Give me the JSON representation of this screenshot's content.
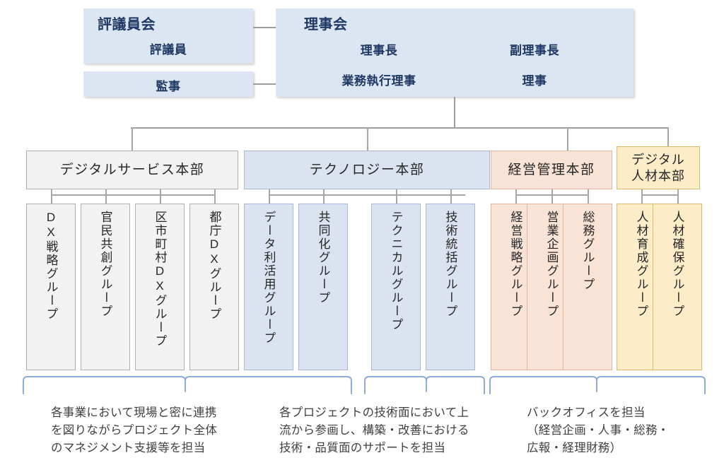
{
  "governance": {
    "council": {
      "title": "評議員会",
      "member": "評議員"
    },
    "auditor": {
      "label": "監事"
    },
    "board": {
      "title": "理事会",
      "roles": [
        "理事長",
        "副理事長",
        "業務執行理事",
        "理事"
      ]
    }
  },
  "divisions": [
    {
      "name": "デジタルサービス本部",
      "color": "#f2f2f2",
      "border": "#b0b0b0",
      "groups": [
        "DX戦略グループ",
        "官民共創グループ",
        "区市町村DXグループ",
        "都庁DXグループ"
      ]
    },
    {
      "name": "テクノロジー本部",
      "color": "#dce3f0",
      "border": "#a9b8d6",
      "groups": [
        "データ利活用グループ",
        "共同化グループ",
        "テクニカルグループ",
        "技術統括グループ"
      ]
    },
    {
      "name": "経営管理本部",
      "color": "#f9e2d6",
      "border": "#e0b79f",
      "groups": [
        "経営戦略グループ",
        "営業企画グループ",
        "総務グループ"
      ]
    },
    {
      "name": "デジタル\n人材本部",
      "color": "#fcecc8",
      "border": "#d9b96a",
      "groups": [
        "人材育成グループ",
        "人材確保グループ"
      ]
    }
  ],
  "captions": [
    "各事業において現場と密に連携\nを図りながらプロジェクト全体\nのマネジメント支援等を担当",
    "各プロジェクトの技術面において上\n流から参画し、構築・改善における\n技術・品質面のサポートを担当",
    "バックオフィスを担当\n（経営企画・人事・総務・\n広報・経理財務）"
  ],
  "colors": {
    "governance_fill": "#dce6f2",
    "governance_text": "#1f3864",
    "connector": "#9d9d9d",
    "bracket": "#8faadc",
    "caption_text": "#404040"
  }
}
